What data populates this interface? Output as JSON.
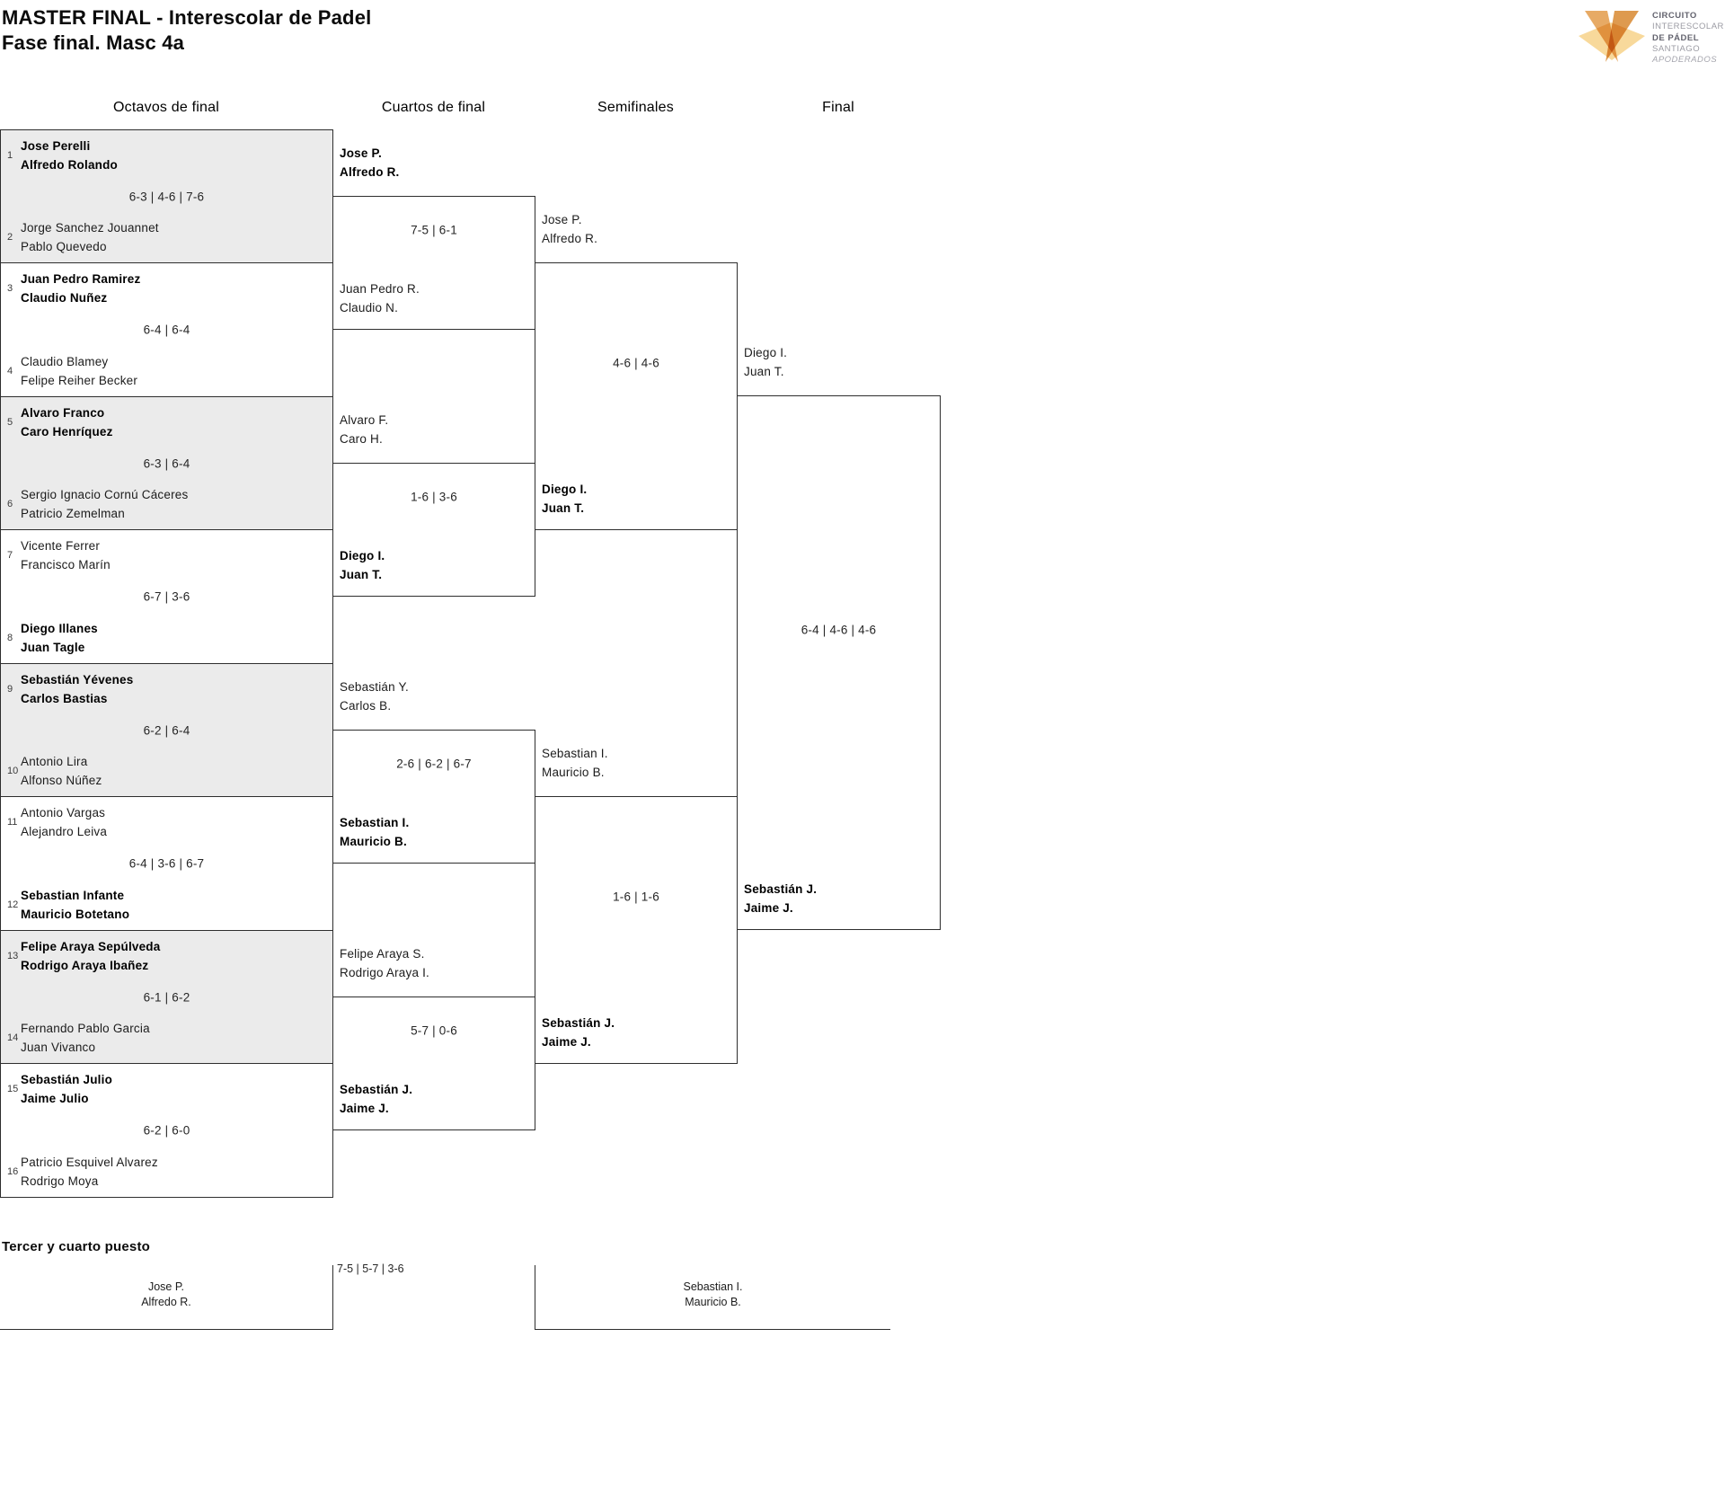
{
  "page": {
    "title_line1": "MASTER FINAL - Interescolar de Padel",
    "title_line2": "Fase final. Masc 4a"
  },
  "logo": {
    "lines": [
      "CIRCUITO",
      "INTERESCOLAR",
      "DE PÁDEL",
      "SANTIAGO",
      "APODERADOS"
    ]
  },
  "column_headers": [
    "Octavos de final",
    "Cuartos de final",
    "Semifinales",
    "Final"
  ],
  "octavos": [
    {
      "seed_top": "1",
      "top": [
        "Jose Perelli",
        "Alfredo Rolando"
      ],
      "top_winner": true,
      "score": "6-3 | 4-6 | 7-6",
      "seed_bottom": "2",
      "bottom": [
        "Jorge Sanchez Jouannet",
        "Pablo Quevedo"
      ],
      "bottom_winner": false
    },
    {
      "seed_top": "3",
      "top": [
        "Juan Pedro Ramirez",
        "Claudio Nuñez"
      ],
      "top_winner": true,
      "score": "6-4 | 6-4",
      "seed_bottom": "4",
      "bottom": [
        "Claudio Blamey",
        "Felipe Reiher Becker"
      ],
      "bottom_winner": false
    },
    {
      "seed_top": "5",
      "top": [
        "Alvaro Franco",
        "Caro Henríquez"
      ],
      "top_winner": true,
      "score": "6-3 | 6-4",
      "seed_bottom": "6",
      "bottom": [
        "Sergio Ignacio Cornú Cáceres",
        "Patricio Zemelman"
      ],
      "bottom_winner": false
    },
    {
      "seed_top": "7",
      "top": [
        "Vicente Ferrer",
        "Francisco Marín"
      ],
      "top_winner": false,
      "score": "6-7 | 3-6",
      "seed_bottom": "8",
      "bottom": [
        "Diego Illanes",
        "Juan Tagle"
      ],
      "bottom_winner": true
    },
    {
      "seed_top": "9",
      "top": [
        "Sebastián Yévenes",
        "Carlos Bastias"
      ],
      "top_winner": true,
      "score": "6-2 | 6-4",
      "seed_bottom": "10",
      "bottom": [
        "Antonio Lira",
        "Alfonso Núñez"
      ],
      "bottom_winner": false
    },
    {
      "seed_top": "11",
      "top": [
        "Antonio Vargas",
        "Alejandro Leiva"
      ],
      "top_winner": false,
      "score": "6-4 | 3-6 | 6-7",
      "seed_bottom": "12",
      "bottom": [
        "Sebastian Infante",
        "Mauricio Botetano"
      ],
      "bottom_winner": true
    },
    {
      "seed_top": "13",
      "top": [
        "Felipe Araya Sepúlveda",
        "Rodrigo Araya Ibañez"
      ],
      "top_winner": true,
      "score": "6-1 | 6-2",
      "seed_bottom": "14",
      "bottom": [
        "Fernando Pablo Garcia",
        "Juan Vivanco"
      ],
      "bottom_winner": false
    },
    {
      "seed_top": "15",
      "top": [
        "Sebastián Julio",
        "Jaime Julio"
      ],
      "top_winner": true,
      "score": "6-2 | 6-0",
      "seed_bottom": "16",
      "bottom": [
        "Patricio Esquivel Alvarez",
        "Rodrigo Moya"
      ],
      "bottom_winner": false
    }
  ],
  "cuartos": [
    {
      "top": [
        "Jose P.",
        "Alfredo R."
      ],
      "top_winner": true,
      "score": "7-5 | 6-1",
      "bottom": [
        "Juan Pedro R.",
        "Claudio N."
      ],
      "bottom_winner": false
    },
    {
      "top": [
        "Alvaro F.",
        "Caro H."
      ],
      "top_winner": false,
      "score": "1-6 | 3-6",
      "bottom": [
        "Diego I.",
        "Juan T."
      ],
      "bottom_winner": true
    },
    {
      "top": [
        "Sebastián Y.",
        "Carlos B."
      ],
      "top_winner": false,
      "score": "2-6 | 6-2 | 6-7",
      "bottom": [
        "Sebastian I.",
        "Mauricio B."
      ],
      "bottom_winner": true
    },
    {
      "top": [
        "Felipe Araya S.",
        "Rodrigo Araya I."
      ],
      "top_winner": false,
      "score": "5-7 | 0-6",
      "bottom": [
        "Sebastián J.",
        "Jaime J."
      ],
      "bottom_winner": true
    }
  ],
  "semifinales": [
    {
      "top": [
        "Jose P.",
        "Alfredo R."
      ],
      "top_winner": false,
      "score": "4-6 | 4-6",
      "bottom": [
        "Diego I.",
        "Juan T."
      ],
      "bottom_winner": true
    },
    {
      "top": [
        "Sebastian I.",
        "Mauricio B."
      ],
      "top_winner": false,
      "score": "1-6 | 1-6",
      "bottom": [
        "Sebastián J.",
        "Jaime J."
      ],
      "bottom_winner": true
    }
  ],
  "final": {
    "top": [
      "Diego I.",
      "Juan T."
    ],
    "top_winner": false,
    "score": "6-4 | 4-6 | 4-6",
    "bottom": [
      "Sebastián J.",
      "Jaime J."
    ],
    "bottom_winner": true
  },
  "tercer_puesto": {
    "heading": "Tercer y cuarto puesto",
    "left_team": [
      "Jose P.",
      "Alfredo R."
    ],
    "score": "7-5 | 5-7 | 3-6",
    "right_team": [
      "Sebastian I.",
      "Mauricio B."
    ]
  },
  "colors": {
    "logo_orange_dark": "#DB9140",
    "logo_orange_mid": "#E5A358",
    "logo_yellow_light": "#F8D99B",
    "box_gray": "#EBEBEB",
    "border": "#2E2E2E"
  }
}
